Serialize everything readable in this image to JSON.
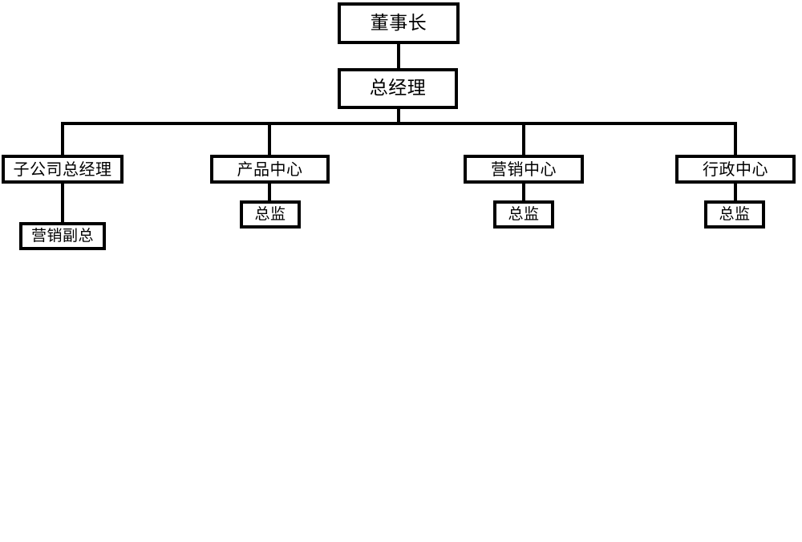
{
  "chart": {
    "type": "org-chart",
    "title": "",
    "background_color": "#ffffff",
    "line_color": "#000000",
    "box_border_color": "#000000",
    "box_fill_color": "#ffffff",
    "nodes": [
      {
        "id": "chairman",
        "label": "董事长",
        "level": 1,
        "parent": null
      },
      {
        "id": "gm",
        "label": "总经理",
        "level": 2,
        "parent": "chairman"
      },
      {
        "id": "sub-gm",
        "label": "子公司总经理",
        "level": 3,
        "parent": "gm"
      },
      {
        "id": "product",
        "label": "产品中心",
        "level": 3,
        "parent": "gm"
      },
      {
        "id": "marketing",
        "label": "营销中心",
        "level": 3,
        "parent": "gm"
      },
      {
        "id": "admin",
        "label": "行政中心",
        "level": 3,
        "parent": "gm"
      },
      {
        "id": "mkt-vp",
        "label": "营销副总",
        "level": 4,
        "parent": "sub-gm"
      },
      {
        "id": "dir-product",
        "label": "总监",
        "level": 4,
        "parent": "product"
      },
      {
        "id": "dir-marketing",
        "label": "总监",
        "level": 4,
        "parent": "marketing"
      },
      {
        "id": "dir-admin",
        "label": "总监",
        "level": 4,
        "parent": "admin"
      }
    ]
  }
}
